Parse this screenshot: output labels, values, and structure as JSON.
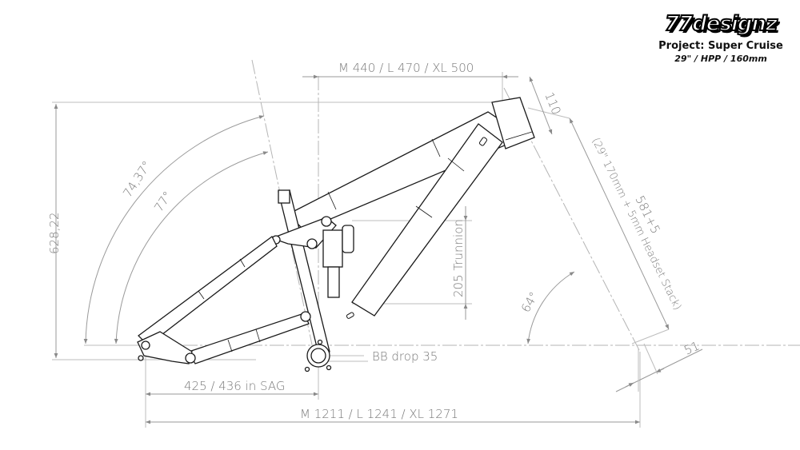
{
  "branding": {
    "logo_text": "77designz",
    "project_title": "Project: Super Cruise",
    "project_specs": "29\" / HPP / 160mm"
  },
  "dimensions": {
    "reach": "M 440 / L 470 / XL 500",
    "head_tube_length": "110",
    "stack_height": "628,22",
    "seat_angle_effective": "74,37°",
    "seat_angle_actual": "77°",
    "fork_length": "581+5",
    "fork_note": "(29\" 170mm + 5mm Headset Stack)",
    "shock_trunnion": "205 Trunnion",
    "head_angle": "64°",
    "fork_offset": "51",
    "bb_drop": "BB drop 35",
    "chainstay": "425 / 436 in SAG",
    "wheelbase": "M 1211 / L 1241 / XL 1271"
  },
  "colors": {
    "dimension_gray": "#7a7a7a",
    "frame_line": "#1a1a1a",
    "background": "#ffffff"
  }
}
